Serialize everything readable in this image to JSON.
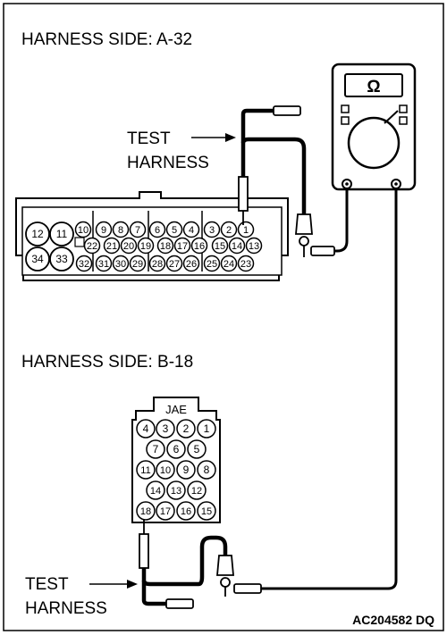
{
  "labels": {
    "harness_a": "HARNESS SIDE: A-32",
    "harness_b": "HARNESS SIDE: B-18",
    "test_1": "TEST",
    "harness_1": "HARNESS",
    "test_2": "TEST",
    "harness_2": "HARNESS",
    "ohm": "Ω",
    "jae": "JAE",
    "code": "AC204582 DQ"
  },
  "connector_a_pins": [
    "1",
    "2",
    "3",
    "4",
    "5",
    "6",
    "7",
    "8",
    "9",
    "10",
    "11",
    "12",
    "13",
    "14",
    "15",
    "16",
    "17",
    "18",
    "19",
    "20",
    "21",
    "22",
    "23",
    "24",
    "25",
    "26",
    "27",
    "28",
    "29",
    "30",
    "31",
    "32",
    "33",
    "34"
  ],
  "connector_b_pins": [
    "1",
    "2",
    "3",
    "4",
    "5",
    "6",
    "7",
    "8",
    "9",
    "10",
    "11",
    "12",
    "13",
    "14",
    "15",
    "16",
    "17",
    "18"
  ],
  "colors": {
    "line": "#000000",
    "background": "#ffffff"
  }
}
